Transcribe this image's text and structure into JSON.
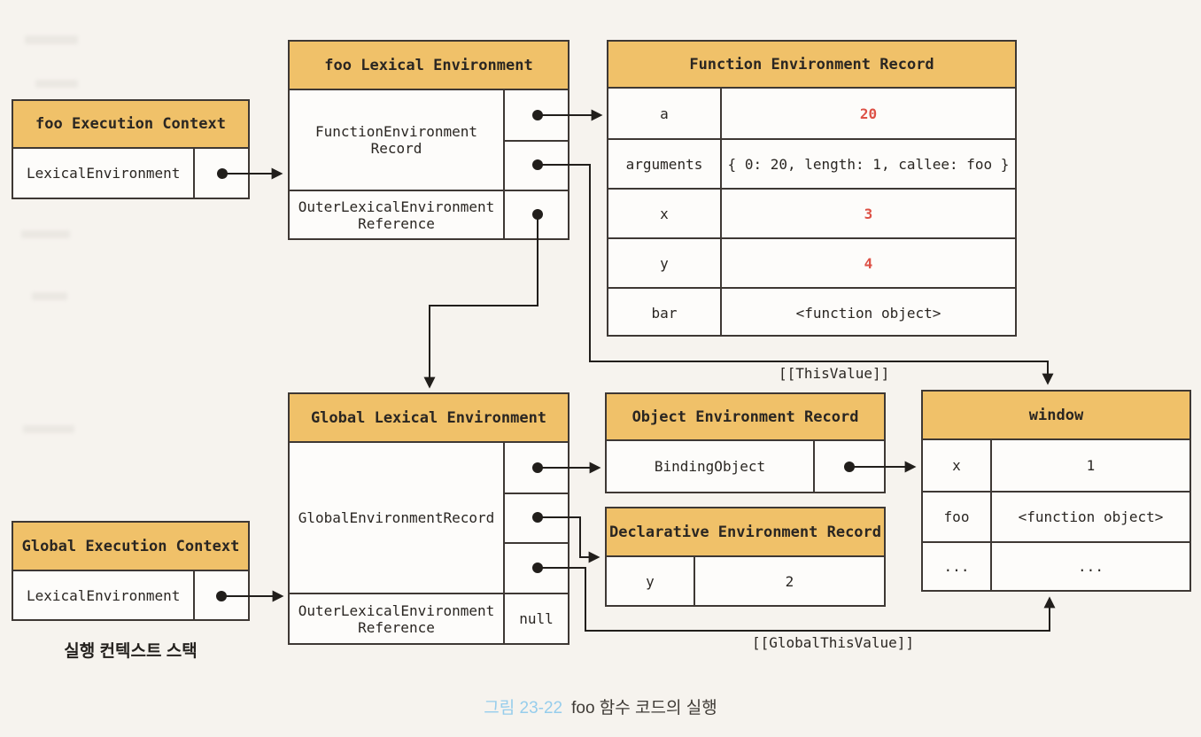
{
  "colors": {
    "header_bg": "#f0c169",
    "border": "#3e3834",
    "value_highlight": "#dd5146",
    "caption_number_color": "#96cdec",
    "background": "#f6f3ee"
  },
  "boxes": {
    "foo_execution_context": {
      "title": "foo Execution Context",
      "rows": [
        {
          "label": "LexicalEnvironment"
        }
      ]
    },
    "foo_lexical_environment": {
      "title": "foo Lexical Environment",
      "rows": [
        {
          "label": "FunctionEnvironment\nRecord"
        },
        {
          "label": "OuterLexicalEnvironment\nReference"
        }
      ]
    },
    "function_environment_record": {
      "title": "Function Environment Record",
      "entries": [
        {
          "key": "a",
          "value": "20",
          "highlight": true
        },
        {
          "key": "arguments",
          "value": "{ 0: 20, length: 1, callee: foo }",
          "highlight": false
        },
        {
          "key": "x",
          "value": "3",
          "highlight": true
        },
        {
          "key": "y",
          "value": "4",
          "highlight": true
        },
        {
          "key": "bar",
          "value": "<function object>",
          "highlight": false
        }
      ]
    },
    "global_execution_context": {
      "title": "Global Execution Context",
      "rows": [
        {
          "label": "LexicalEnvironment"
        }
      ]
    },
    "global_lexical_environment": {
      "title": "Global Lexical Environment",
      "rows": [
        {
          "label": "GlobalEnvironmentRecord"
        },
        {
          "label": "OuterLexicalEnvironment\nReference",
          "value": "null"
        }
      ]
    },
    "object_environment_record": {
      "title": "Object Environment Record",
      "rows": [
        {
          "label": "BindingObject"
        }
      ]
    },
    "declarative_environment_record": {
      "title": "Declarative Environment Record",
      "entries": [
        {
          "key": "y",
          "value": "2",
          "highlight": false
        }
      ]
    },
    "window_object": {
      "title": "window",
      "entries": [
        {
          "key": "x",
          "value": "1",
          "highlight": false
        },
        {
          "key": "foo",
          "value": "<function object>",
          "highlight": false
        },
        {
          "key": "...",
          "value": "...",
          "highlight": false
        }
      ]
    }
  },
  "annotations": {
    "this_value": "[[ThisValue]]",
    "global_this_value": "[[GlobalThisValue]]",
    "stack_label": "실행 컨텍스트 스택"
  },
  "caption": {
    "number": "그림 23-22",
    "text": "foo 함수 코드의 실행"
  }
}
